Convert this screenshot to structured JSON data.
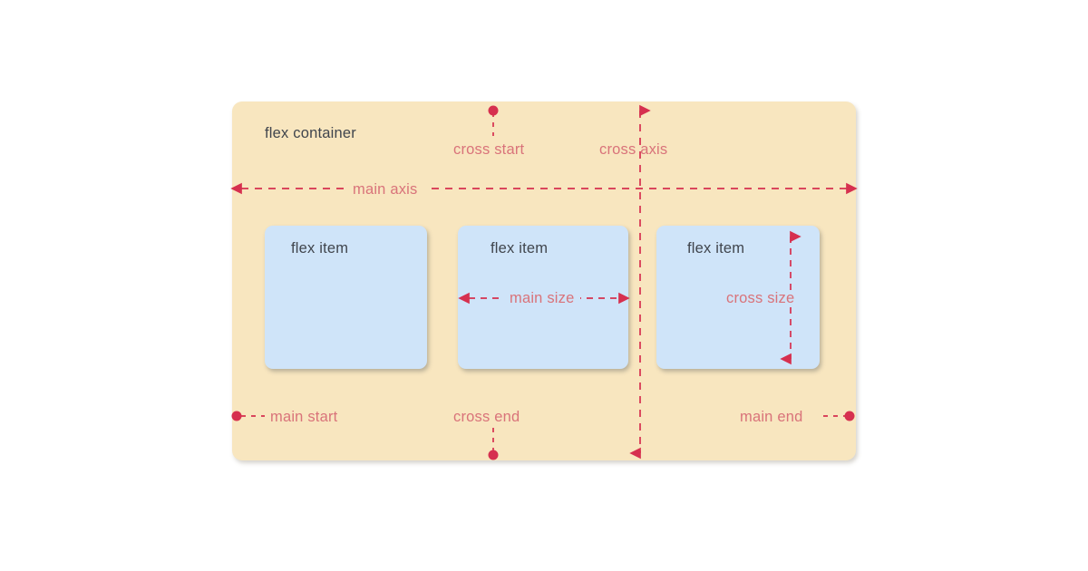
{
  "diagram": {
    "title_label": "flex container",
    "background": "#ffffff",
    "container": {
      "label": "flex container",
      "fill": "#f8e6bf",
      "text_color": "#40454d"
    },
    "items": [
      {
        "label": "flex item",
        "fill": "#cfe4f9"
      },
      {
        "label": "flex item",
        "fill": "#cfe4f9"
      },
      {
        "label": "flex item",
        "fill": "#cfe4f9"
      }
    ],
    "annotations": {
      "cross_start": "cross start",
      "cross_axis": "cross axis",
      "main_axis": "main axis",
      "main_size": "main size",
      "cross_size": "cross size",
      "main_start": "main start",
      "cross_end": "cross end",
      "main_end": "main end"
    },
    "colors": {
      "label_red": "#d9737a",
      "arrow_crimson": "#d6304f",
      "item_blue": "#cfe4f9",
      "container_cream": "#f8e6bf",
      "dark_text": "#40454d"
    }
  }
}
